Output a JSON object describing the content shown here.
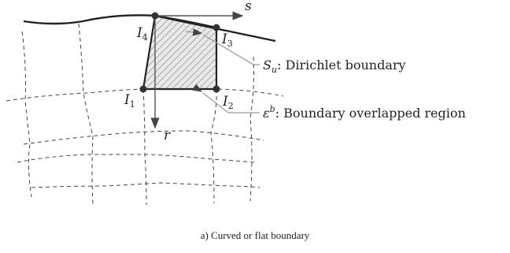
{
  "figure": {
    "caption": "a) Curved or flat boundary",
    "axes": {
      "s": "s",
      "r": "r"
    },
    "nodes": {
      "I1": {
        "letter": "I",
        "sub": "1"
      },
      "I2": {
        "letter": "I",
        "sub": "2"
      },
      "I3": {
        "letter": "I",
        "sub": "3"
      },
      "I4": {
        "letter": "I",
        "sub": "4"
      }
    },
    "annotations": {
      "dirichlet": {
        "symbol": "S",
        "sub": "u",
        "text": ": Dirichlet boundary"
      },
      "overlap": {
        "symbol": "ε",
        "sup": "b",
        "text": ": Boundary overlapped region"
      }
    }
  },
  "colors": {
    "stroke": "#333333",
    "hatch": "#8a8a8a",
    "hatch_bg": "#e9e9e9",
    "grid": "#444444",
    "leader": "#9a9a9a"
  }
}
